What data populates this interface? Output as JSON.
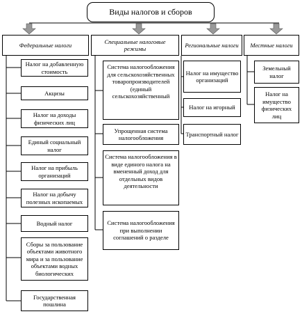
{
  "title": "Виды налогов и сборов",
  "columns": [
    {
      "key": "federal",
      "header": "Федеральные налоги",
      "items": [
        "Налог на добавленную стоимость",
        "Акцизы",
        "Налог на доходы физических лиц",
        "Единый социальный налог",
        "Налог на прибыль организаций",
        "Налог на добычу полезных ископаемых",
        "Водный налог",
        "Сборы за пользование объектами животного мира и за пользование объектами водных биологических",
        "Государственная пошлина"
      ]
    },
    {
      "key": "special",
      "header": "Специальные налоговые режимы",
      "items": [
        "Система налогообложения для сельскохозяйственных товаропроизводителей (единый сельскохозяйственный",
        "Упрощенная система налогообложения",
        "Система налогообложения в виде единого налога на вмененный доход для отдельных видов деятельности",
        "Система налогообложения при выполнении соглашений о разделе"
      ]
    },
    {
      "key": "regional",
      "header": "Региональные налоги",
      "items": [
        "Налог на имущество организаций",
        "Налог на игорный",
        "Транспортный налог"
      ]
    },
    {
      "key": "local",
      "header": "Местные налоги",
      "items": [
        "Земельный налог",
        "Налог на имущество физических лиц"
      ]
    }
  ]
}
